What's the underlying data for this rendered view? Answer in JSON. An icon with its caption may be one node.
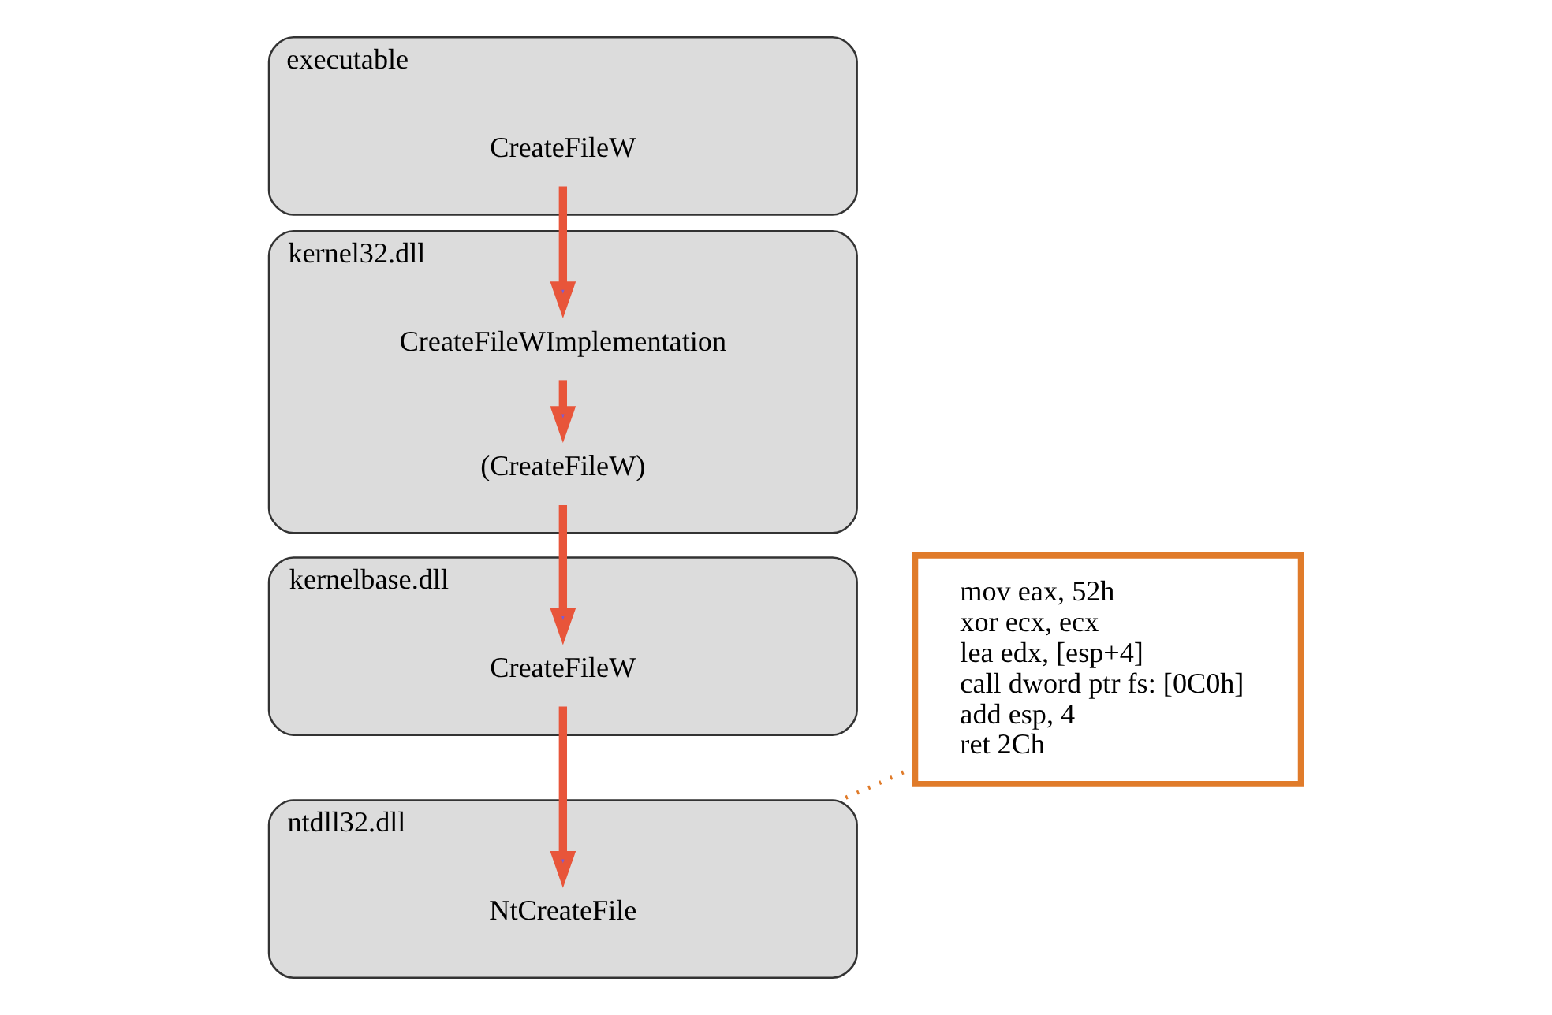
{
  "diagram": {
    "nodes": [
      {
        "text": [
          "executable"
        ]
      },
      {
        "text": [
          "CreateFileW"
        ],
        "in": 0
      },
      {
        "text": [
          "kernel32.dll"
        ]
      },
      {
        "text": [
          "CreateFileWImplementation"
        ],
        "in": 2
      },
      {
        "text": [
          "(CreateFileW)"
        ],
        "in": 2
      },
      {
        "text": [
          "kernelbase.dll"
        ]
      },
      {
        "text": [
          "CreateFileW"
        ],
        "in": 5
      },
      {
        "text": [
          "ntdll32.dll"
        ]
      },
      {
        "text": [
          "NtCreateFile"
        ],
        "in": 7
      },
      {
        "text": [
          "mov eax, 52h",
          "xor ecx, ecx",
          "lea edx, [esp+4]",
          "call dword ptr fs: [0C0h]",
          "add esp, 4",
          "ret 2Ch"
        ]
      }
    ],
    "edges": [
      {
        "from": 1,
        "to": 3,
        "arrow": "to"
      },
      {
        "from": 3,
        "to": 4,
        "arrow": "to"
      },
      {
        "from": 4,
        "to": 6,
        "arrow": "to"
      },
      {
        "from": 6,
        "to": 8,
        "arrow": "to"
      },
      {
        "from": 9,
        "to": 7,
        "arrow": "none",
        "style": "dashed",
        "color": "#e07b2a"
      }
    ]
  }
}
